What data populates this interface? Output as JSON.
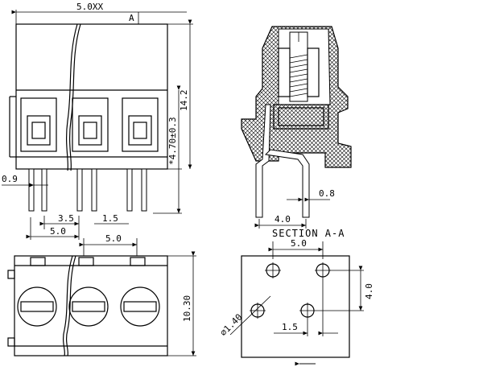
{
  "front_view": {
    "width_label": "5.0XX",
    "section_marker": "A",
    "height_label": "14.2",
    "row_height_label": "*4.70±0.3",
    "pin_width_label": "0.9",
    "pin_gap_label": "3.5",
    "pin_offset_label": "1.5",
    "pitch_label": "5.0"
  },
  "section_view": {
    "pin_width_label": "0.8",
    "pin_spacing_label": "4.0",
    "caption": "SECTION A-A"
  },
  "top_view": {
    "pitch_label": "5.0",
    "depth_label": "10.30"
  },
  "pcb_view": {
    "pitch_label": "5.0",
    "row_spacing_label": "4.0",
    "hole_diameter_label": "⌀1.40",
    "offset_label": "1.5"
  }
}
